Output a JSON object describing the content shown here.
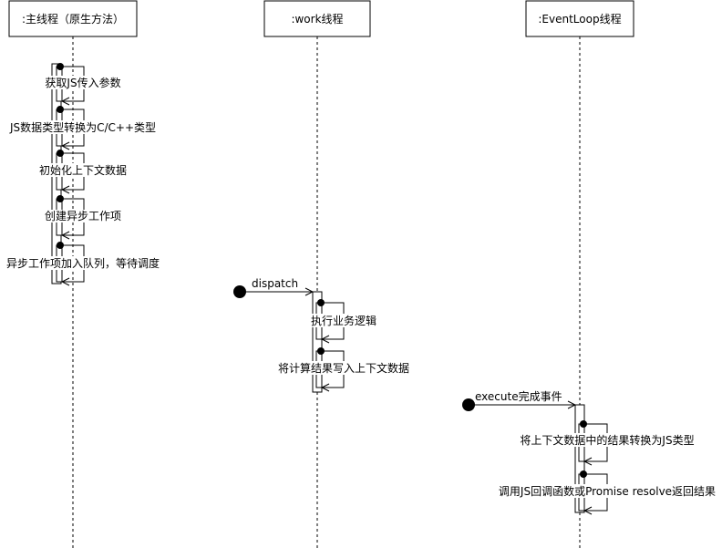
{
  "lifelines": [
    {
      "id": "main",
      "label": ":主线程（原生方法）"
    },
    {
      "id": "work",
      "label": ":work线程"
    },
    {
      "id": "eventloop",
      "label": ":EventLoop线程"
    }
  ],
  "found_messages": [
    {
      "label": "dispatch"
    },
    {
      "label": "execute完成事件"
    }
  ],
  "self_messages": [
    {
      "label": "获取JS传入参数"
    },
    {
      "label": "JS数据类型转换为C/C++类型"
    },
    {
      "label": "初始化上下文数据"
    },
    {
      "label": "创建异步工作项"
    },
    {
      "label": "异步工作项加入队列，等待调度"
    },
    {
      "label": "执行业务逻辑"
    },
    {
      "label": "将计算结果写入上下文数据"
    },
    {
      "label": "将上下文数据中的结果转换为JS类型"
    },
    {
      "label": "调用JS回调函数或Promise resolve返回结果"
    }
  ]
}
